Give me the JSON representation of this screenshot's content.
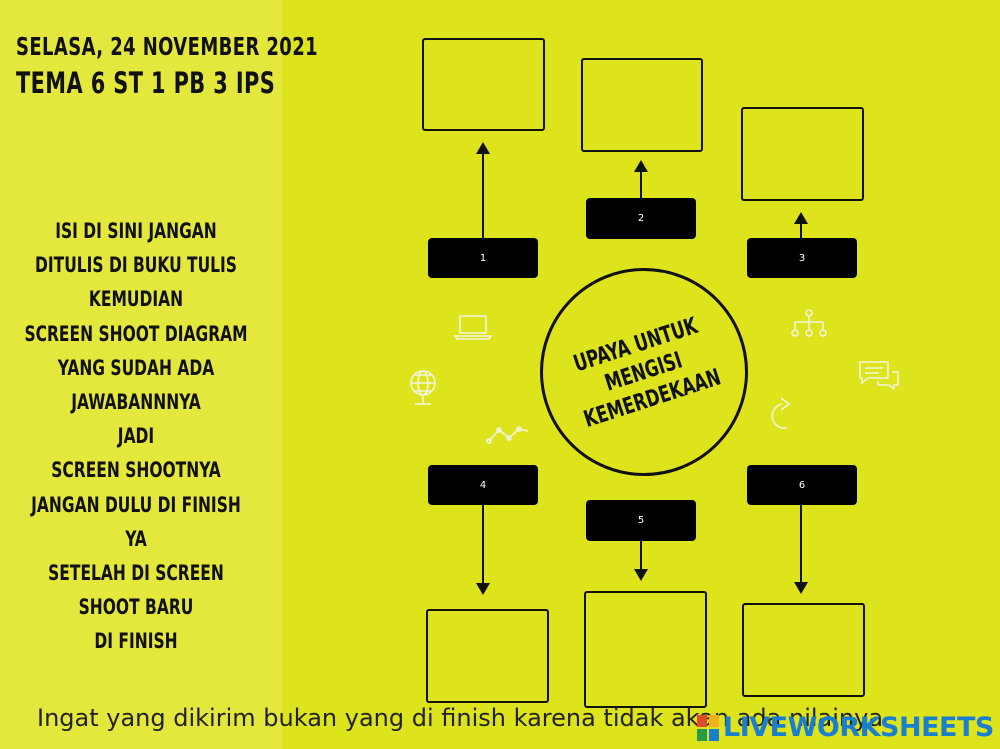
{
  "header": {
    "date": "SELASA, 24 NOVEMBER 2021",
    "topic": "TEMA 6 ST 1 PB 3 IPS"
  },
  "instructions": [
    "ISI DI SINI JANGAN",
    "DITULIS DI BUKU TULIS",
    "KEMUDIAN",
    "SCREEN SHOOT DIAGRAM",
    "YANG SUDAH ADA",
    "JAWABANNNYA",
    "JADI",
    "SCREEN SHOOTNYA",
    "JANGAN DULU DI FINISH",
    "YA",
    "SETELAH DI SCREEN",
    "SHOOT BARU",
    "DI FINISH"
  ],
  "diagram": {
    "center_lines": [
      "UPAYA UNTUK",
      "MENGISI",
      "KEMERDEKAAN"
    ],
    "labels": [
      "1",
      "2",
      "3",
      "4",
      "5",
      "6"
    ]
  },
  "footer": {
    "note": "Ingat yang dikirim bukan yang di finish karena tidak akan ada nilainya",
    "brand": "LIVEWORKSHEETS"
  },
  "icons": [
    "laptop-icon",
    "globe-icon",
    "line-chart-icon",
    "hierarchy-icon",
    "chat-icon",
    "refresh-arrow-icon"
  ],
  "colors": {
    "background": "#dde41c",
    "left_panel": "#e4e83c",
    "label_bg": "#000000",
    "brand": "#1b7fcf"
  }
}
